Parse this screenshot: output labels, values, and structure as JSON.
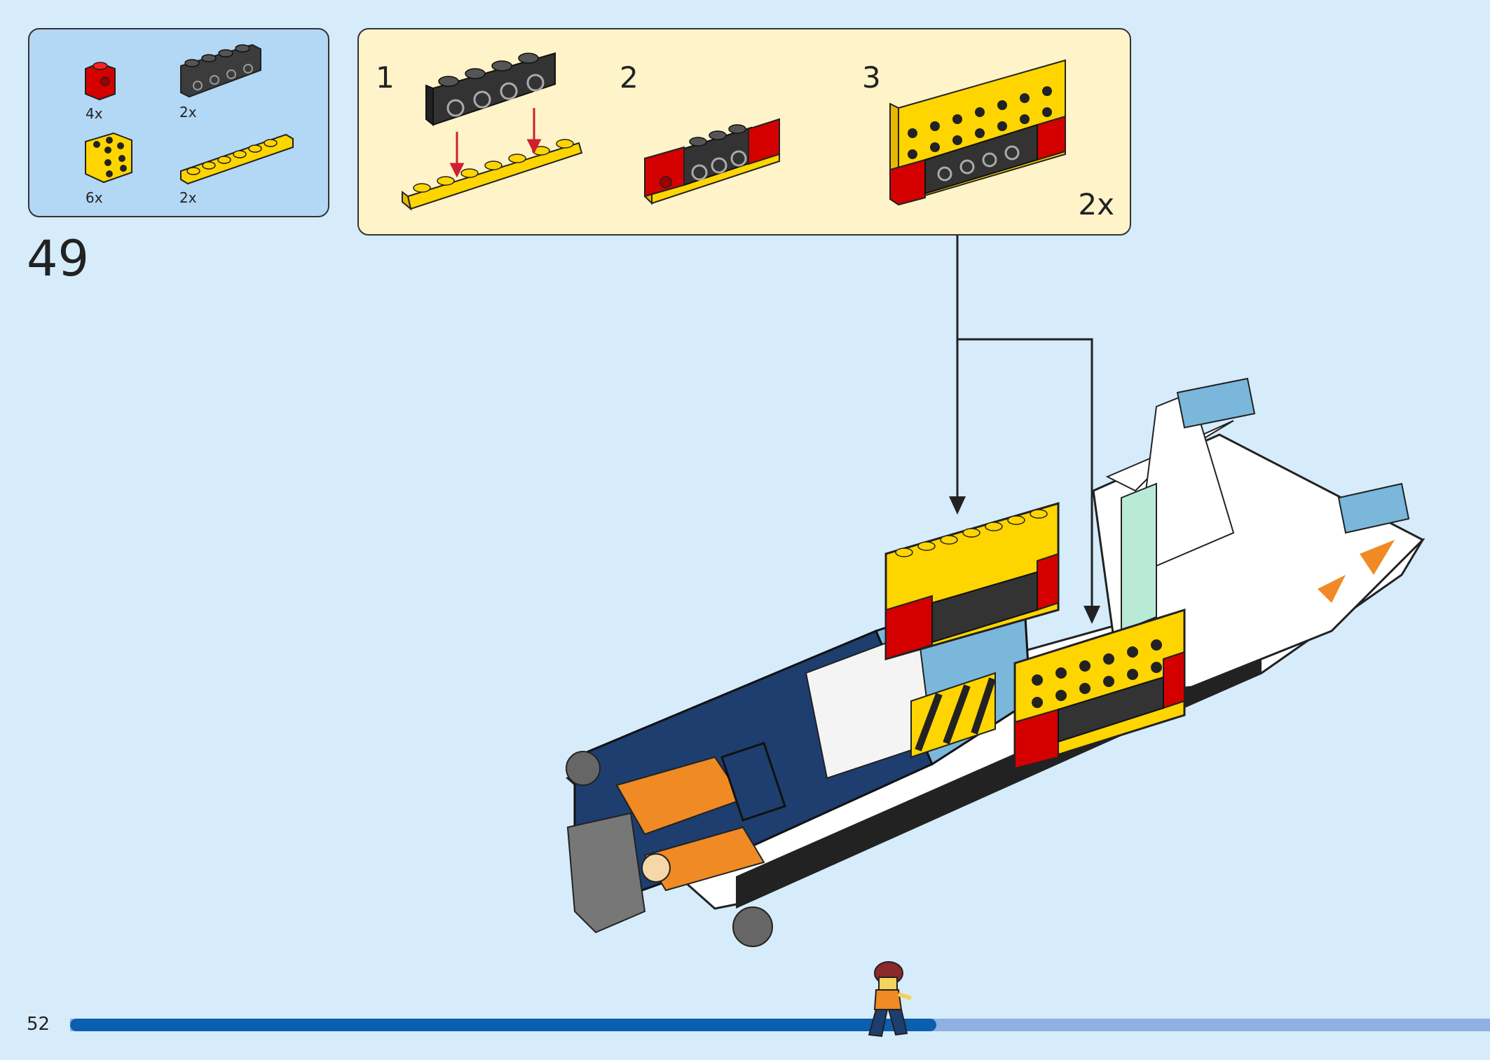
{
  "page": {
    "number": "52",
    "step_number": "49"
  },
  "parts_list": {
    "items": [
      {
        "name": "red 1x1 brick with side stud",
        "count": "4x",
        "color": "#d40000"
      },
      {
        "name": "dark grey 1x4 brick with side studs",
        "count": "2x",
        "color": "#3c3c3c"
      },
      {
        "name": "yellow 2x2 brick",
        "count": "6x",
        "color": "#ffd500"
      },
      {
        "name": "yellow 1x6 plate",
        "count": "2x",
        "color": "#ffd500"
      }
    ]
  },
  "substeps": {
    "labels": [
      "1",
      "2",
      "3"
    ],
    "repeat": "2x"
  },
  "progress": {
    "fraction": 0.61
  },
  "colors": {
    "background": "#d6ecfb",
    "parts_panel": "#b3d8f5",
    "substep_panel": "#fef3c9",
    "progress_done": "#0b5fae",
    "progress_remaining": "#8fb0e0",
    "arrow_red": "#d01f2e"
  }
}
